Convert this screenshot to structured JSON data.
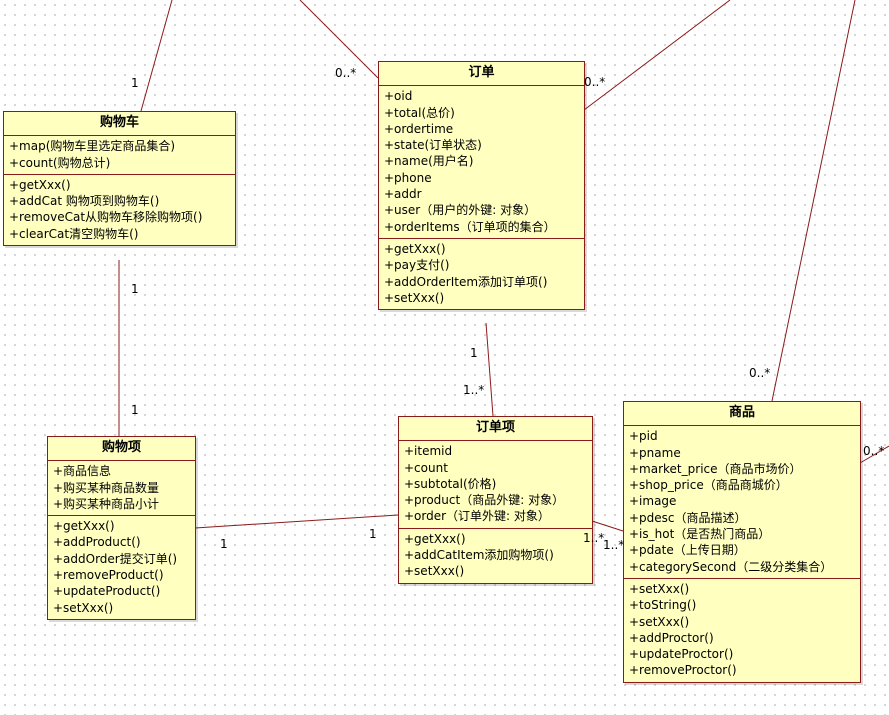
{
  "classes": {
    "cart": {
      "name": "购物车",
      "attributes": [
        "+map(购物车里选定商品集合)",
        "+count(购物总计)"
      ],
      "methods": [
        "+getXxx()",
        "+addCat 购物项到购物车()",
        "+removeCat从购物车移除购物项()",
        "+clearCat清空购物车()"
      ]
    },
    "order": {
      "name": "订单",
      "attributes": [
        "+oid",
        "+total(总价)",
        "+ordertime",
        "+state(订单状态)",
        "+name(用户名)",
        "+phone",
        "+addr",
        "+user（用户的外键: 对象）",
        "+orderItems（订单项的集合）"
      ],
      "methods": [
        "+getXxx()",
        "+pay支付()",
        "+addOrderItem添加订单项()",
        "+setXxx()"
      ]
    },
    "cartItem": {
      "name": "购物项",
      "attributes": [
        "+商品信息",
        "+购买某种商品数量",
        "+购买某种商品小计"
      ],
      "methods": [
        "+getXxx()",
        "+addProduct()",
        "+addOrder提交订单()",
        "+removeProduct()",
        "+updateProduct()",
        "+setXxx()"
      ]
    },
    "orderItem": {
      "name": "订单项",
      "attributes": [
        "+itemid",
        "+count",
        "+subtotal(价格)",
        "+product（商品外键: 对象）",
        "+order（订单外键: 对象）"
      ],
      "methods": [
        "+getXxx()",
        "+addCatItem添加购物项()",
        "+setXxx()"
      ]
    },
    "product": {
      "name": "商品",
      "attributes": [
        "+pid",
        "+pname",
        "+market_price（商品市场价）",
        "+shop_price（商品商城价）",
        "+image",
        "+pdesc（商品描述）",
        "+is_hot（是否热门商品）",
        "+pdate（上传日期）",
        "+categorySecond（二级分类集合）"
      ],
      "methods": [
        "+setXxx()",
        "+toString()",
        "+setXxx()",
        "+addProctor()",
        "+updateProctor()",
        "+removeProctor()"
      ]
    }
  },
  "multiplicities": {
    "cart_top": "1",
    "order_topleft": "0..*",
    "order_right": "0..*",
    "cart_bottom": "1",
    "cartitem_top": "1",
    "order_bottom": "1",
    "orderitem_top": "1..*",
    "product_top": "0..*",
    "product_right": "0..*",
    "cartitem_right": "1",
    "orderitem_left": "1",
    "orderitem_right": "1..*",
    "product_left": "1..*"
  },
  "colors": {
    "class_fill": "#ffffc0",
    "border": "#8b1a1a",
    "association_line": "#8b1a1a"
  }
}
